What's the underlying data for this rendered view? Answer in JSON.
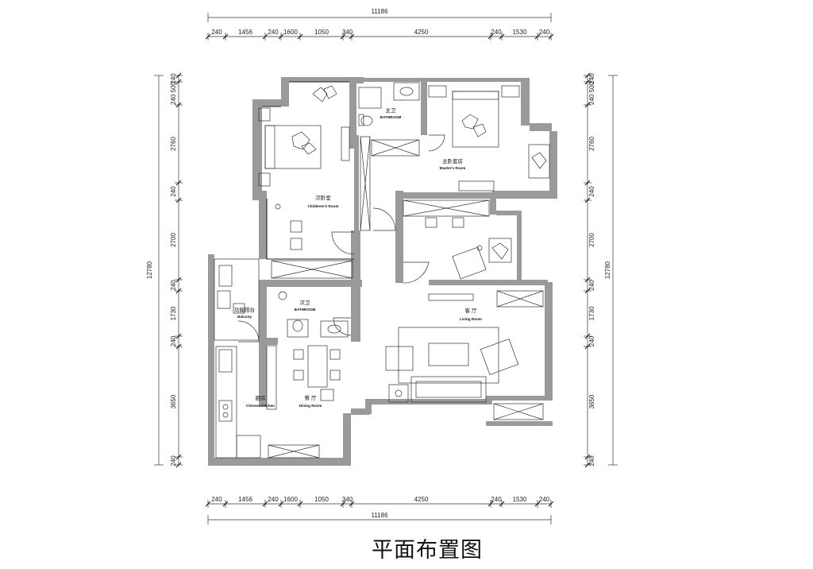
{
  "title": "平面布置图",
  "dims": {
    "top_total": "11186",
    "bottom_total": "11186",
    "top_segments": [
      "240",
      "1456",
      "240",
      "1600",
      "1050",
      "340",
      "4250",
      "240",
      "1530",
      "240"
    ],
    "bottom_segments": [
      "240",
      "1456",
      "240",
      "1600",
      "1050",
      "340",
      "4250",
      "240",
      "1530",
      "240"
    ],
    "left_total": "12780",
    "right_total": "12780",
    "left_segments": [
      "240",
      "240 500",
      "2760",
      "240",
      "2700",
      "240",
      "1730",
      "240",
      "3650",
      "240"
    ],
    "right_segments": [
      "240",
      "240 500",
      "2760",
      "240",
      "2700",
      "240",
      "1730",
      "240",
      "3650",
      "240"
    ]
  },
  "rooms": {
    "master_bath": {
      "cn": "主卫",
      "en": "BATHROOM"
    },
    "master": {
      "cn": "主卧套房",
      "en": "Master's Room"
    },
    "children": {
      "cn": "次卧室",
      "en": "Childeren's Room"
    },
    "second_bath": {
      "cn": "次卫",
      "en": "BATHROOM"
    },
    "balcony": {
      "cn": "功能阳台",
      "en": "Balcony"
    },
    "living": {
      "cn": "客 厅",
      "en": "Living Room"
    },
    "kitchen": {
      "cn": "厨房",
      "en": "Chinese Kitchen"
    },
    "dining": {
      "cn": "餐 厅",
      "en": "Dining Room"
    }
  }
}
